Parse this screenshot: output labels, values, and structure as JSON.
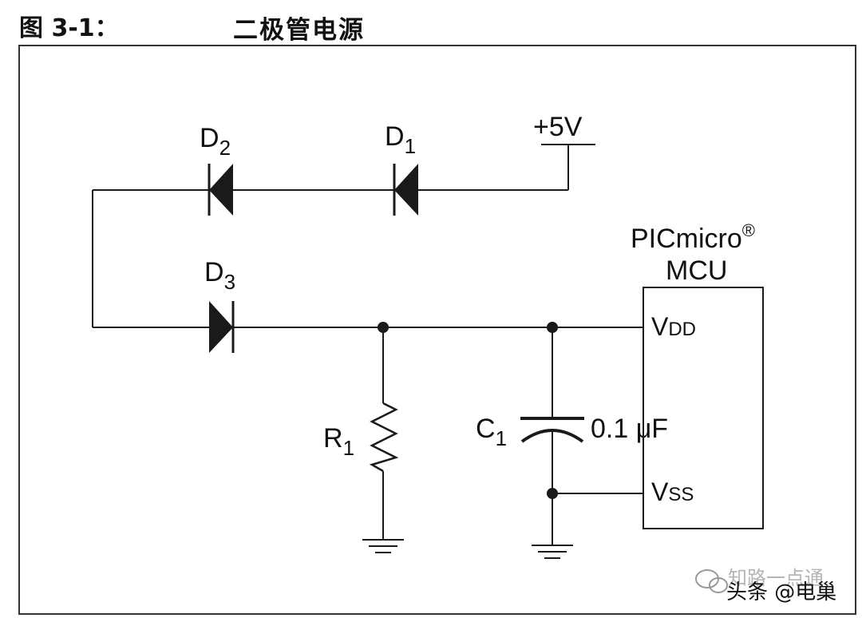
{
  "figure": {
    "number": "图 3-1：",
    "title": "二极管电源"
  },
  "components": {
    "d1": {
      "label": "D",
      "sub": "1"
    },
    "d2": {
      "label": "D",
      "sub": "2"
    },
    "d3": {
      "label": "D",
      "sub": "3"
    },
    "r1": {
      "label": "R",
      "sub": "1"
    },
    "c1": {
      "label": "C",
      "sub": "1",
      "value": "0.1 μF"
    },
    "supply": {
      "label": "+5V"
    },
    "mcu": {
      "name_line1": "PICmicro",
      "trademark": "®",
      "name_line2": "MCU",
      "pin_vdd": {
        "main": "V",
        "sub": "DD"
      },
      "pin_vss": {
        "main": "V",
        "sub": "SS"
      }
    }
  },
  "watermark": {
    "line1": "知路一点通",
    "line2": "头条 @电巢"
  },
  "colors": {
    "line": "#1a1a1a",
    "text": "#111111",
    "border": "#333333"
  }
}
